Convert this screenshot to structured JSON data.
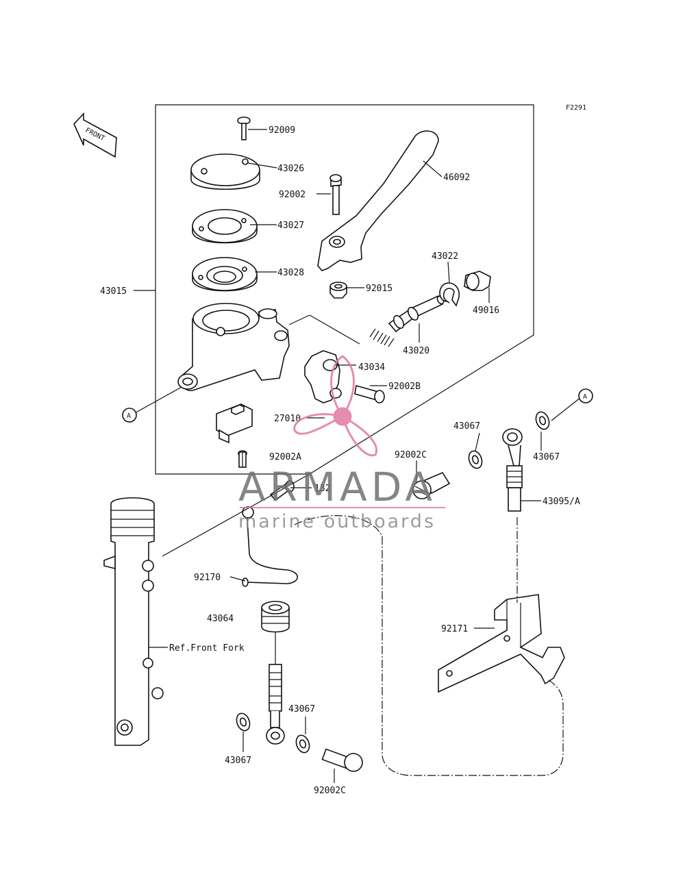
{
  "diagram_code": "F2291",
  "direction_label": "FRONT",
  "reference_label": "Ref.Front Fork",
  "callout_letter": "A",
  "watermark": {
    "title": "ARMADA",
    "subtitle": "marine outboards",
    "accent_color": "#e07aa0"
  },
  "parts": {
    "p92009": "92009",
    "p43026": "43026",
    "p92002": "92002",
    "p46092": "46092",
    "p43027": "43027",
    "p43028": "43028",
    "p43022": "43022",
    "p92015": "92015",
    "p49016": "49016",
    "p43015": "43015",
    "p43020": "43020",
    "p43034": "43034",
    "p92002B": "92002B",
    "p27010": "27010",
    "p43067a": "43067",
    "p43067b": "43067",
    "p92002A": "92002A",
    "p92002C_top": "92002C",
    "p132": "132",
    "p43095A": "43095/A",
    "p92170": "92170",
    "p43064": "43064",
    "p92171": "92171",
    "p43067c": "43067",
    "p43067d": "43067",
    "p92002C_bottom": "92002C"
  }
}
